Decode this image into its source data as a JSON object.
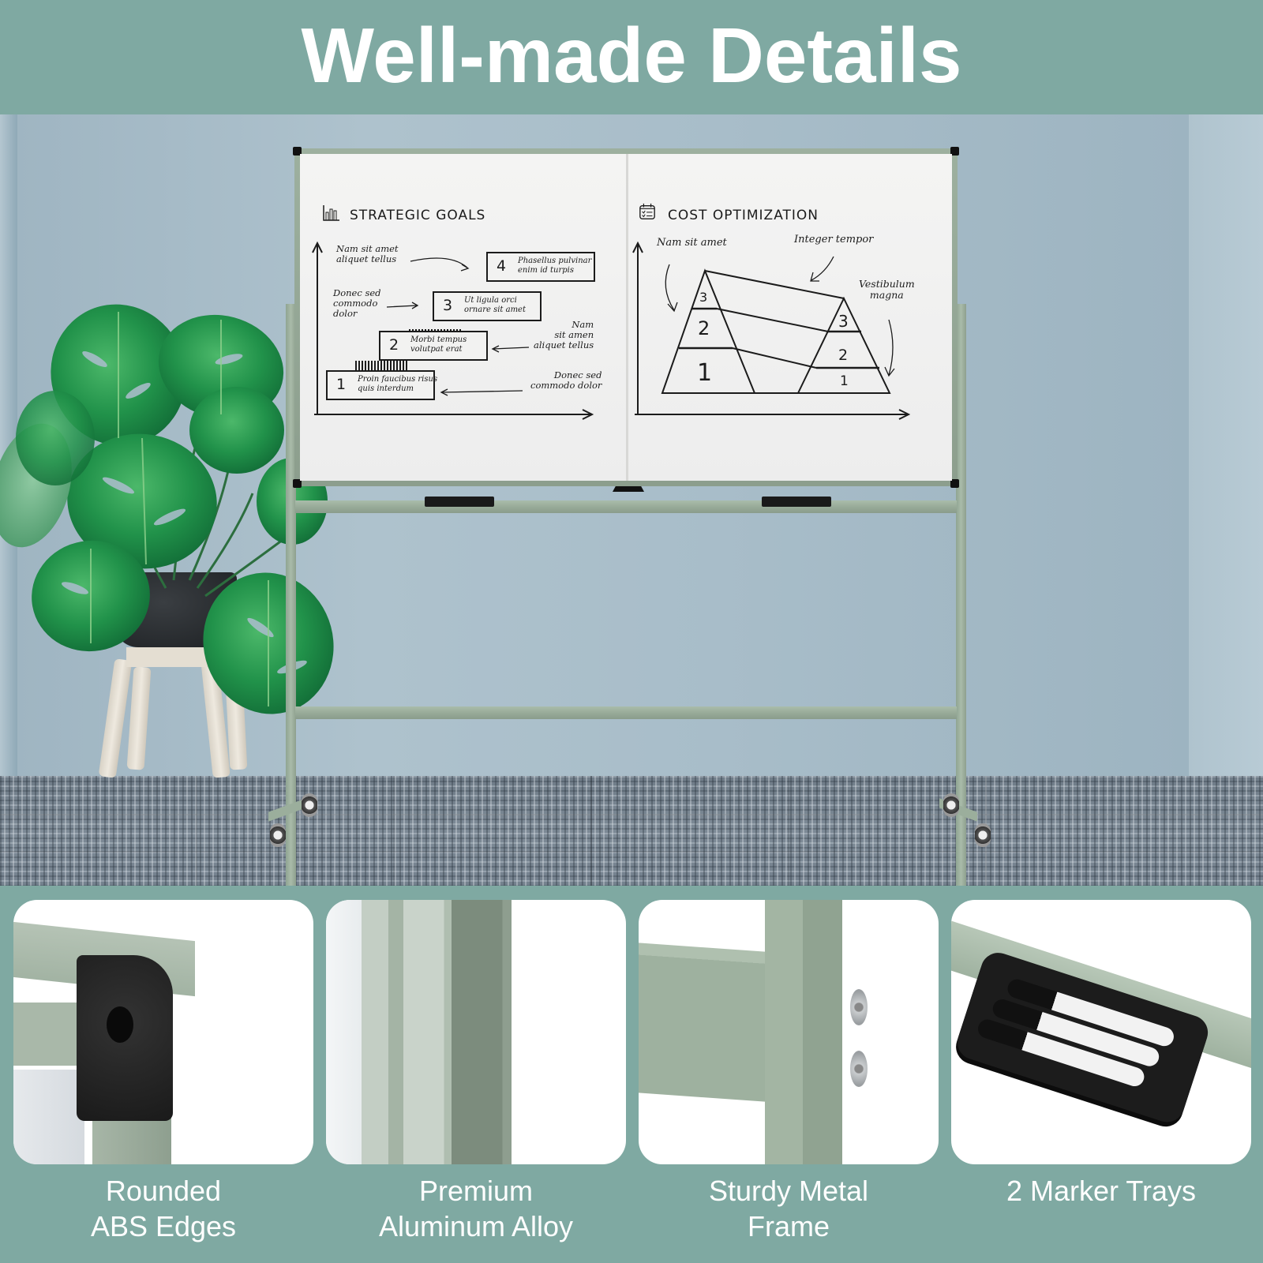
{
  "header": {
    "title": "Well-made Details"
  },
  "colors": {
    "accent_teal": "#7FA9A2",
    "frame_green": "#9DB09F",
    "wall_blue": "#A8BDC9",
    "marker_black": "#1A1A1A"
  },
  "whiteboard": {
    "left_section": {
      "title": "STRATEGIC GOALS",
      "icon": "bar-chart-icon",
      "steps": [
        {
          "number": "1",
          "text_line1": "Proin faucibus risus",
          "text_line2": "quis interdum"
        },
        {
          "number": "2",
          "text_line1": "Morbi tempus",
          "text_line2": "volutpat erat"
        },
        {
          "number": "3",
          "text_line1": "Ut ligula orci",
          "text_line2": "ornare sit amet"
        },
        {
          "number": "4",
          "text_line1": "Phasellus pulvinar",
          "text_line2": "enim id turpis"
        }
      ],
      "annotations": [
        {
          "line1": "Nam sit amet",
          "line2": "aliquet tellus"
        },
        {
          "line1": "Donec sed",
          "line2": "commodo",
          "line3": "dolor"
        },
        {
          "line1": "Nam",
          "line2": "sit amen",
          "line3": "aliquet tellus"
        },
        {
          "line1": "Donec sed",
          "line2": "commodo dolor"
        }
      ]
    },
    "right_section": {
      "title": "COST OPTIMIZATION",
      "icon": "checklist-calendar-icon",
      "annotations": {
        "left": "Nam sit amet",
        "top": "Integer tempor",
        "right_line1": "Vestibulum",
        "right_line2": "magna"
      },
      "left_pyramid_levels": [
        "3",
        "2",
        "1"
      ],
      "right_pyramid_levels": [
        "3",
        "2",
        "1"
      ]
    }
  },
  "features": [
    {
      "line1": "Rounded",
      "line2": "ABS Edges",
      "image": "abs-corner-cap"
    },
    {
      "line1": "Premium",
      "line2": "Aluminum Alloy",
      "image": "aluminum-frame-profile"
    },
    {
      "line1": "Sturdy Metal",
      "line2": "Frame",
      "image": "metal-frame-bolts"
    },
    {
      "line1": "2 Marker Trays",
      "line2": "",
      "image": "marker-tray-with-markers"
    }
  ]
}
